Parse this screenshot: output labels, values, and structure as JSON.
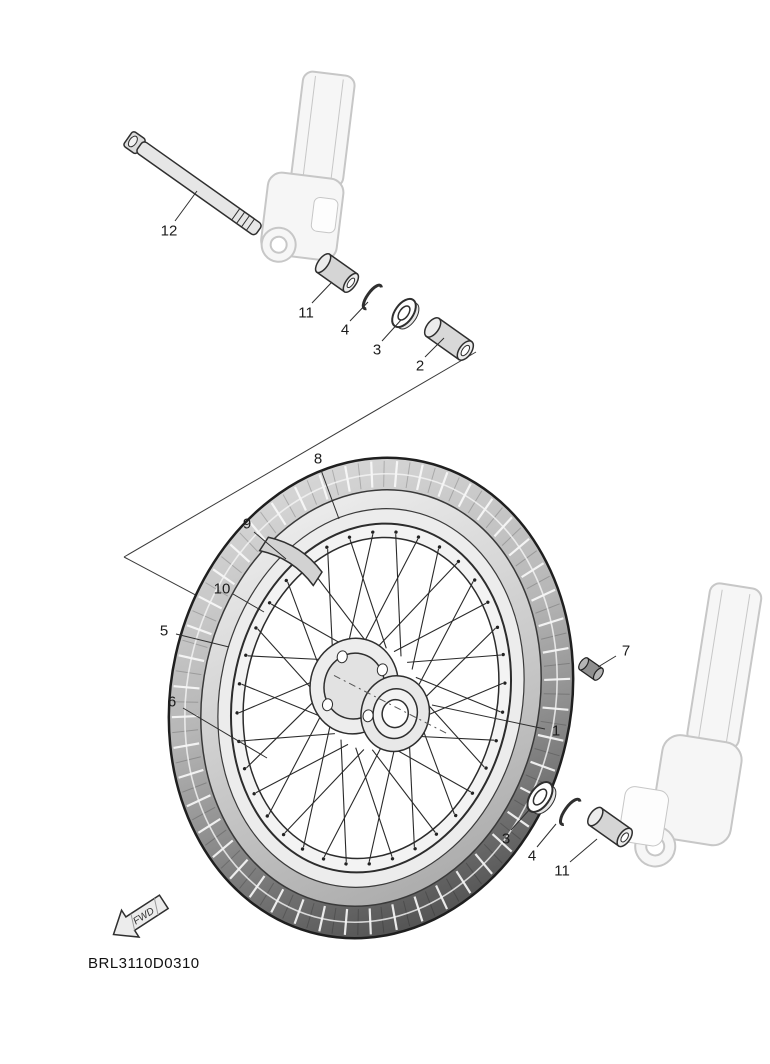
{
  "diagram": {
    "code": "BRL3110D0310",
    "fwd_label": "FWD",
    "callouts": {
      "axle": "12",
      "collar_top": "11",
      "seal_top": "4",
      "bearing_top": "3",
      "spacer": "2",
      "tire": "8",
      "rim_band": "9",
      "rim": "10",
      "tube": "5",
      "spoke_set": "6",
      "valve": "7",
      "hub": "1",
      "bearing_bottom": "3",
      "seal_bottom": "4",
      "collar_bottom": "11"
    },
    "colors": {
      "line": "#2f2f2f",
      "faded": "#c7c7c7",
      "tire_dark": "#4f4f4f",
      "tire_light": "#d9d9d9"
    }
  }
}
